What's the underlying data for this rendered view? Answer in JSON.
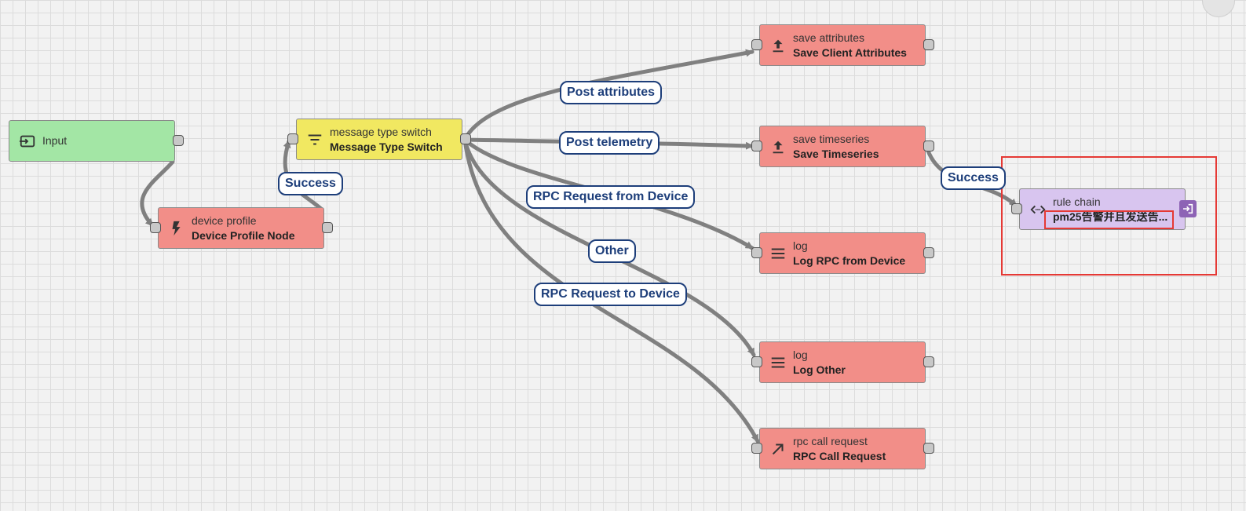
{
  "nodes": {
    "input": {
      "name": "Input",
      "color": "#a3e6a5"
    },
    "device_profile": {
      "type": "device profile",
      "name": "Device Profile Node",
      "color": "#f28e88"
    },
    "message_type_switch": {
      "type": "message type switch",
      "name": "Message Type Switch",
      "color": "#f1e861"
    },
    "save_attributes": {
      "type": "save attributes",
      "name": "Save Client Attributes",
      "color": "#f28e88"
    },
    "save_timeseries": {
      "type": "save timeseries",
      "name": "Save Timeseries",
      "color": "#f28e88"
    },
    "log_rpc": {
      "type": "log",
      "name": "Log RPC from Device",
      "color": "#f28e88"
    },
    "log_other": {
      "type": "log",
      "name": "Log Other",
      "color": "#f28e88"
    },
    "rpc_call": {
      "type": "rpc call request",
      "name": "RPC Call Request",
      "color": "#f28e88"
    },
    "rule_chain": {
      "type": "rule chain",
      "name": "pm25告警并且发送告...",
      "color": "#d8c5ef"
    }
  },
  "edge_labels": {
    "input_to_profile": "",
    "profile_success": "Success",
    "post_attributes": "Post attributes",
    "post_telemetry": "Post telemetry",
    "rpc_from_device": "RPC Request from Device",
    "other": "Other",
    "rpc_to_device": "RPC Request to Device",
    "timeseries_success": "Success"
  },
  "icons": {
    "input": "input-icon",
    "device_profile": "flash-icon",
    "switch": "filter-icon",
    "save_attributes": "upload-icon",
    "save_timeseries": "upload-icon",
    "log": "menu-icon",
    "rpc_call": "arrow-outward-icon",
    "rule_chain": "code-icon",
    "open_rule_chain": "login-icon"
  },
  "colors": {
    "edge": "#808080",
    "label_border": "#1d3e7a",
    "highlight": "#e53935"
  }
}
